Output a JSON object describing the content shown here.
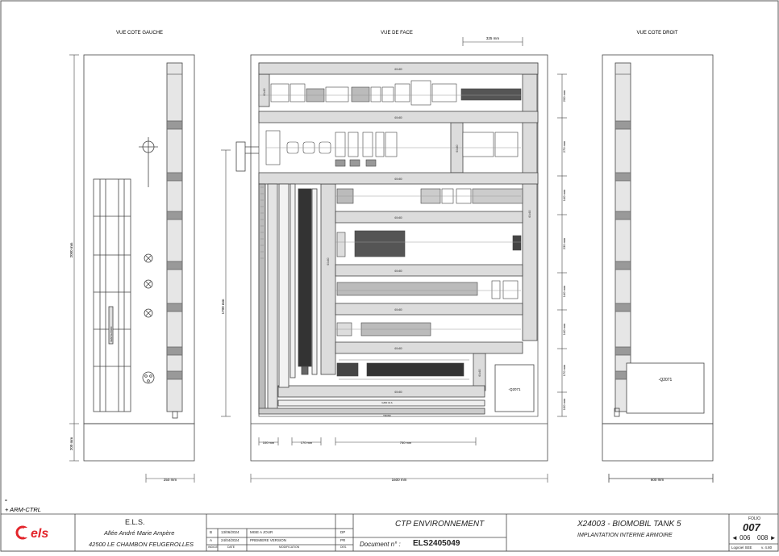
{
  "views": {
    "left": "VUE COTE GAUCHE",
    "front": "VUE DE FACE",
    "right": "VUE COTE DROIT"
  },
  "dims": {
    "top": "325 mm",
    "height_total": "2000 mm",
    "height_inner": "1700 mm",
    "plinth_left": "200 mm",
    "width_left": "250 mm",
    "width_front": "1600 mm",
    "width_right": "600 mm",
    "bottom_small1": "100 mm",
    "bottom_small2": "170 mm",
    "bottom_wide": "750 mm",
    "side_right": [
      "200 mm",
      "270 mm",
      "140 mm",
      "230 mm",
      "140 mm",
      "140 mm",
      "170 mm",
      "100 mm"
    ]
  },
  "ducts": {
    "h1": "60x80",
    "h2": "60x80",
    "h3": "60x80",
    "h4": "60x80",
    "h5": "60x80",
    "h6": "60x80",
    "h7": "60x80",
    "h8": "60x80",
    "v_left_row1": "60x80",
    "v_mid_row2": "60x80",
    "v_right_row3": "60x80",
    "v_mid_row3": "60x80",
    "v_right_bottom": "60x80"
  },
  "labels": {
    "front_q071": "-Q2071",
    "right_q071": "-Q2071",
    "rail_a": "GAIN 41 A",
    "rail_b": "TRUNK",
    "left_ventilation": "VENTILATION"
  },
  "notes": {
    "dash": "=",
    "location": "+ ARM-CTRL"
  },
  "titleblock": {
    "logo": "els",
    "company": "E.L.S.",
    "address1": "Allée André Marie Ampère",
    "address2": "42500 LE CHAMBON FEUGEROLLES",
    "rev_headers": [
      "INDICE",
      "DATE",
      "MODIFICATION",
      "DES."
    ],
    "revisions": [
      {
        "indice": "B",
        "date": "13/06/2024",
        "mod": "MISE A JOUR",
        "des": "DP"
      },
      {
        "indice": "A",
        "date": "24/04/2024",
        "mod": "PREMIERE VERSION",
        "des": "PR"
      }
    ],
    "client": "CTP ENVIRONNEMENT",
    "document_label": "Document n° :",
    "document_number": "ELS2405049",
    "project": "X24003 - BIOMOBIL TANK 5",
    "subtitle": "IMPLANTATION INTERNE ARMOIRE",
    "folio_label": "FOLIO",
    "folio": "007",
    "prev": "◄ 006",
    "next": "008 ►",
    "software": "Logiciel SEE",
    "version": "v. 4.80"
  },
  "colors": {
    "logo_red": "#e3262c",
    "duct": "#d9d9d9",
    "line": "#333333"
  }
}
